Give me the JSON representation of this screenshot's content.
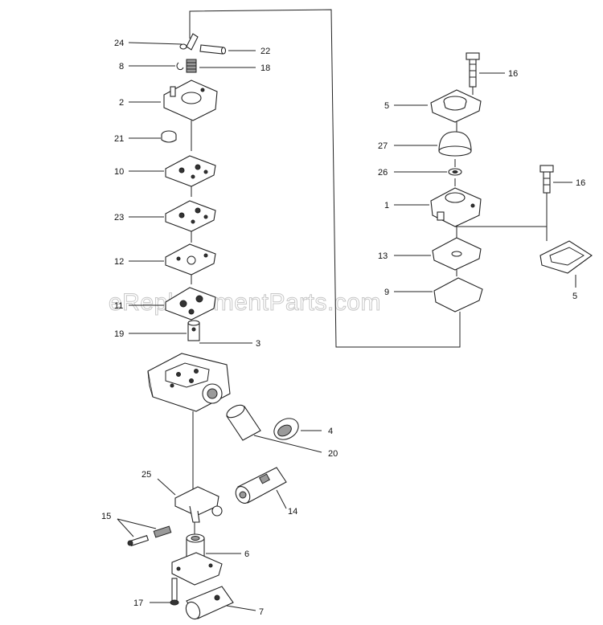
{
  "watermark": "eReplacementParts.com",
  "callouts": [
    "24",
    "22",
    "8",
    "18",
    "2",
    "21",
    "10",
    "23",
    "12",
    "11",
    "19",
    "3",
    "4",
    "20",
    "25",
    "14",
    "15",
    "6",
    "17",
    "7",
    "16",
    "5",
    "27",
    "26",
    "1",
    "13",
    "9",
    "16",
    "5"
  ]
}
